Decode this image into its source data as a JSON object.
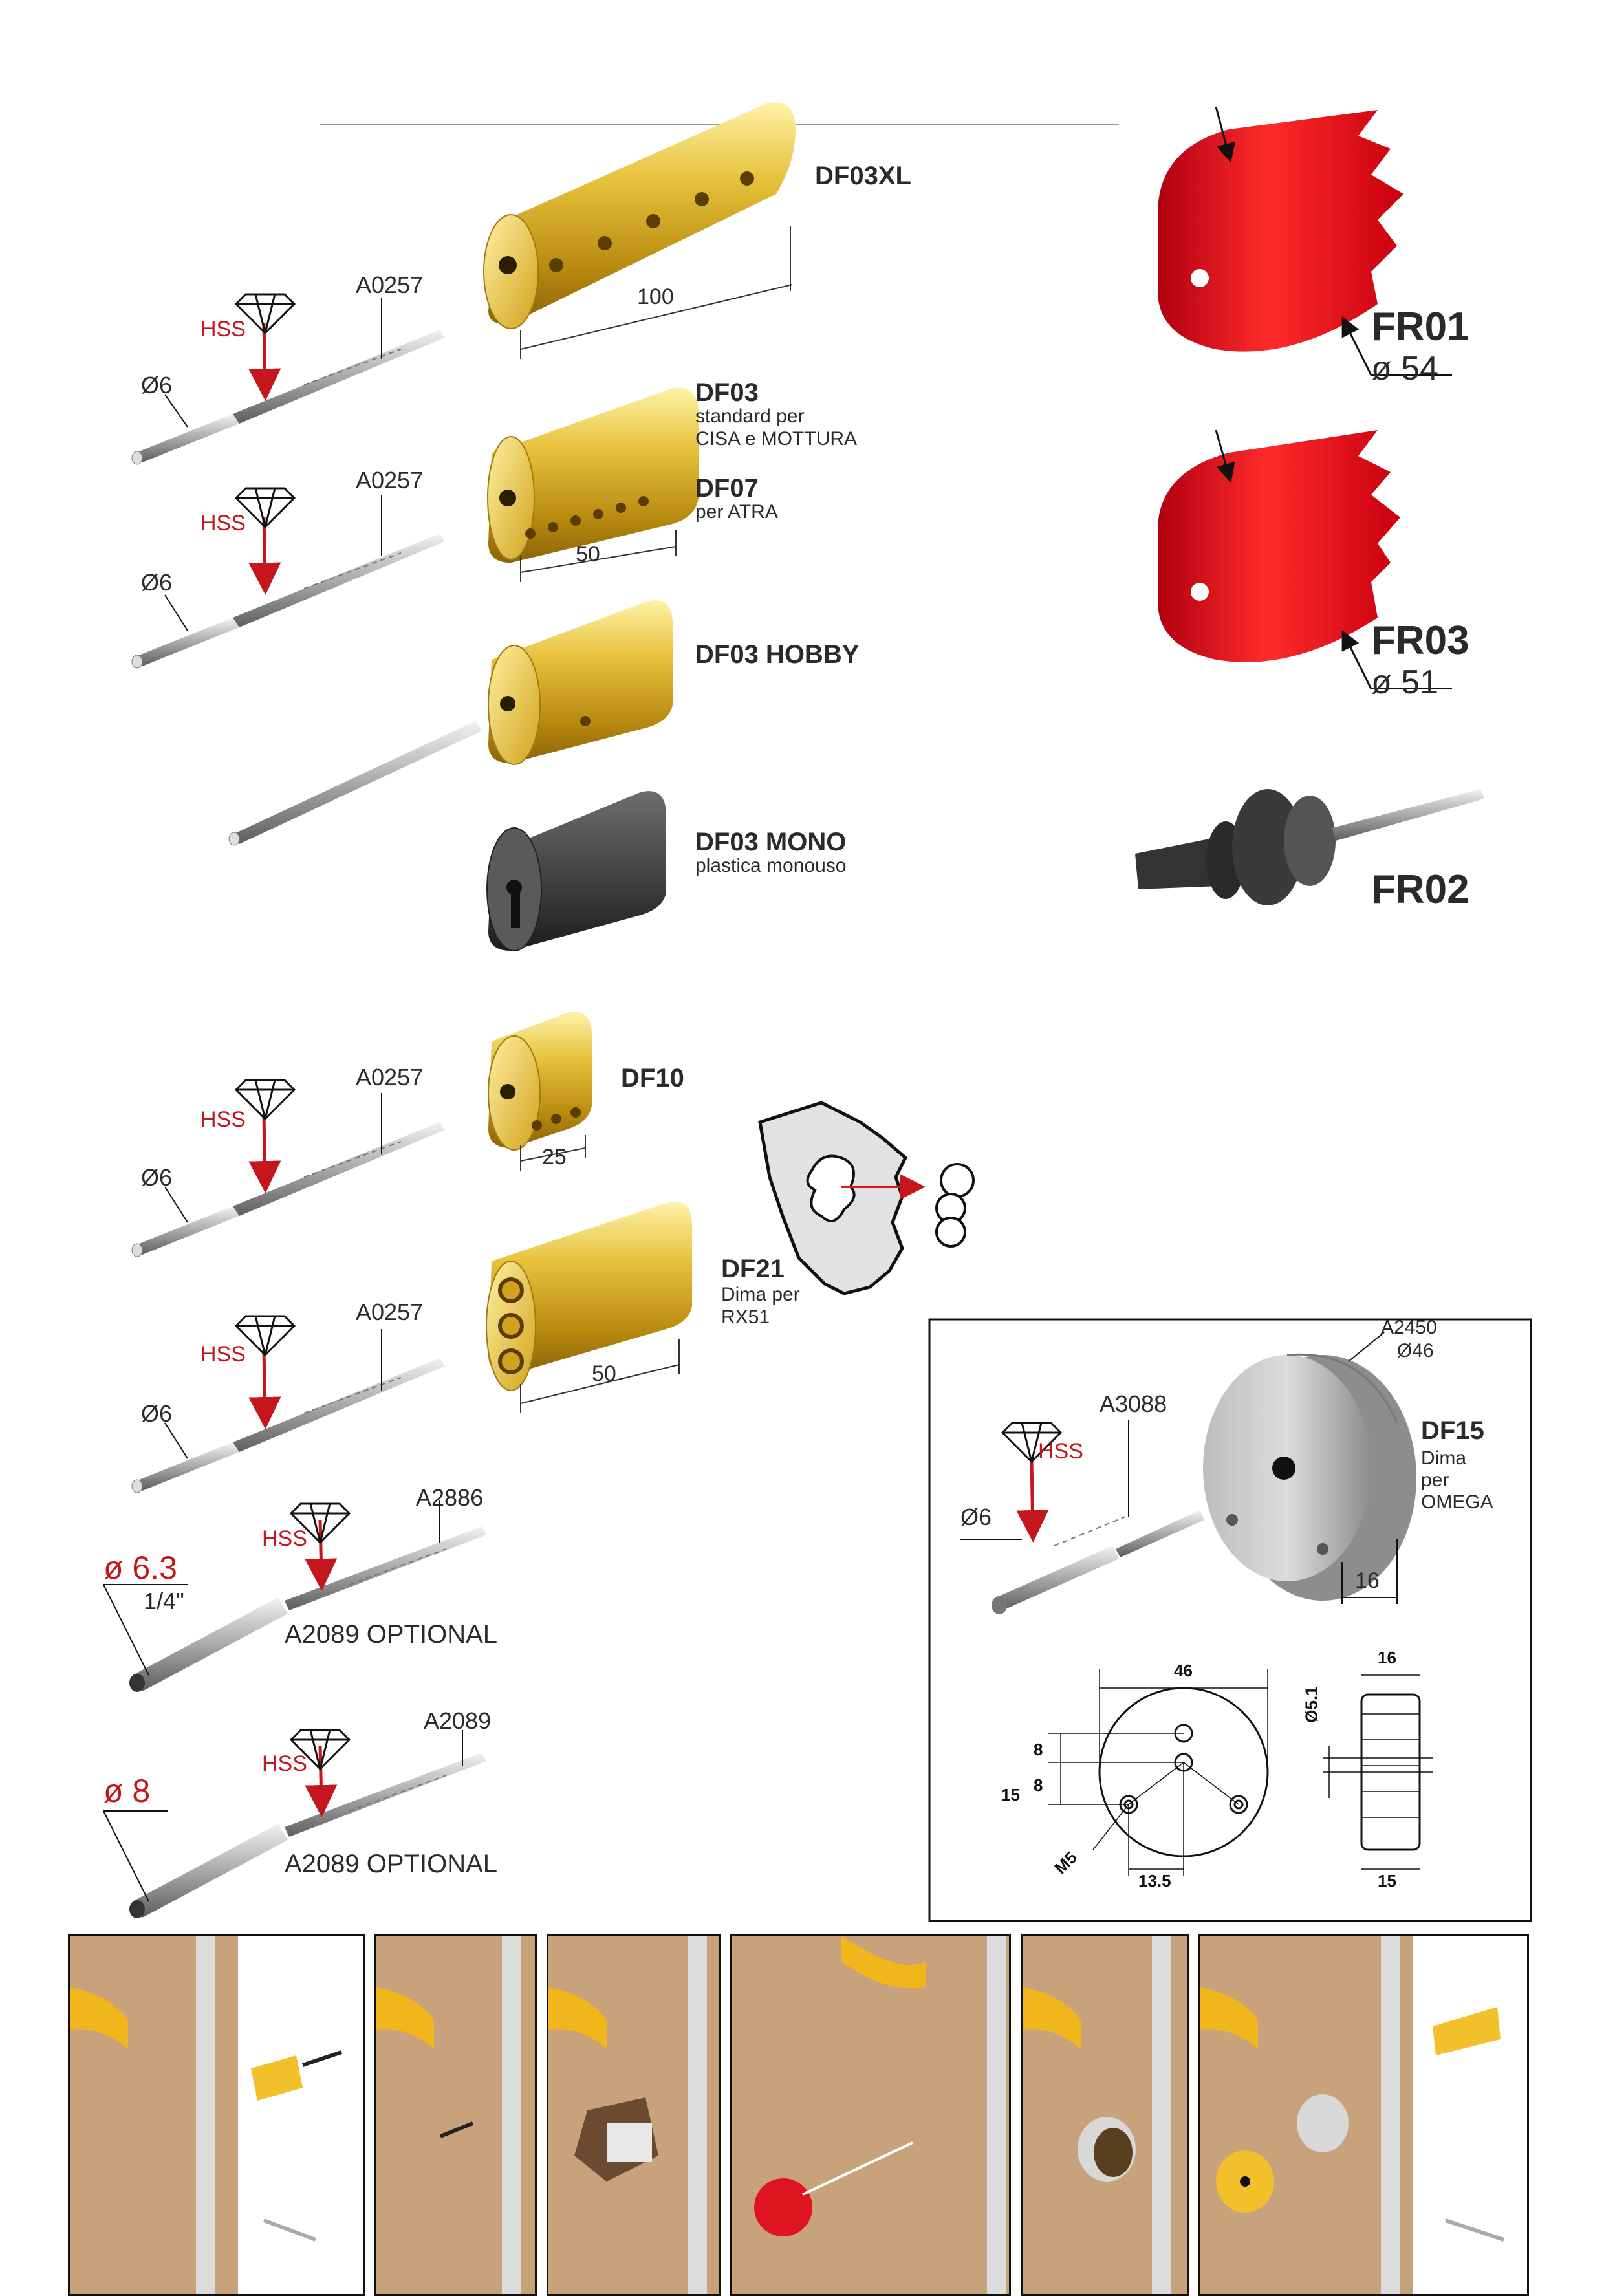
{
  "products": {
    "df03xl": {
      "code": "DF03XL",
      "dim": "100"
    },
    "df03": {
      "code": "DF03",
      "line1": "standard per",
      "line2": "CISA e MOTTURA"
    },
    "df07": {
      "code": "DF07",
      "line1": "per ATRA",
      "dim": "50"
    },
    "df03_hobby": {
      "code": "DF03 HOBBY"
    },
    "df03_mono": {
      "code": "DF03 MONO",
      "line1": "plastica monouso"
    },
    "df10": {
      "code": "DF10",
      "dim": "25"
    },
    "df21": {
      "code": "DF21",
      "line1": "Dima per",
      "line2": "RX51"
    },
    "df_triple": {
      "dim": "50"
    }
  },
  "cutters": {
    "fr01": {
      "code": "FR01",
      "dia": "ø 54"
    },
    "fr03": {
      "code": "FR03",
      "dia": "ø 51"
    },
    "fr02": {
      "code": "FR02"
    }
  },
  "bits": {
    "bit1": {
      "code": "A0257",
      "hss": "HSS",
      "dia": "Ø6"
    },
    "bit2": {
      "code": "A0257",
      "hss": "HSS",
      "dia": "Ø6"
    },
    "bit3": {
      "code": "A0257",
      "hss": "HSS",
      "dia": "Ø6"
    },
    "bit4": {
      "code": "A0257",
      "hss": "HSS",
      "dia": "Ø6"
    },
    "bit5": {
      "code": "A2886",
      "hss": "HSS",
      "dia": "ø 6.3",
      "inch": "1/4\"",
      "optional": "A2089 OPTIONAL"
    },
    "bit6": {
      "code": "A2089",
      "hss": "HSS",
      "dia": "ø 8",
      "optional": "A2089 OPTIONAL"
    }
  },
  "df15_box": {
    "product_code": "DF15",
    "line1": "Dima",
    "line2": "per",
    "line3": "OMEGA",
    "disc_code": "A2450",
    "disc_dia": "Ø46",
    "disc_thick": "16",
    "bit_code": "A3088",
    "hss": "HSS",
    "bit_dia": "Ø6",
    "drawing": {
      "d46": "46",
      "d16": "16",
      "d8a": "8",
      "d8b": "8",
      "d15": "15",
      "d13_5": "13.5",
      "m5": "M5",
      "d5_1": "Ø5.1",
      "d15b": "15"
    }
  },
  "colors": {
    "brass": "#d9b22a",
    "red": "#e0141e",
    "accent_red": "#c4161c",
    "wood": "#c8a27a"
  }
}
